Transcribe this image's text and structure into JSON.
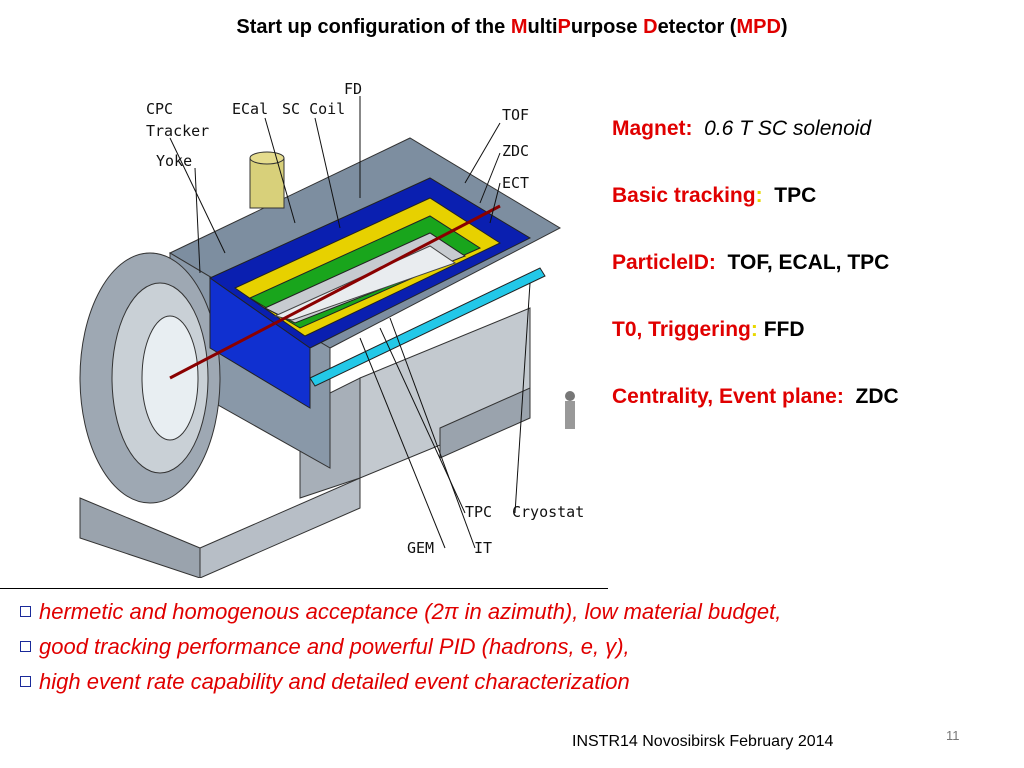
{
  "slide": {
    "title_parts": [
      "Start up configuration of the ",
      "M",
      "ulti",
      "P",
      "urpose ",
      "D",
      "etector (",
      "MPD",
      ")"
    ],
    "diagram_labels": {
      "cpc": "CPC",
      "tracker": "Tracker",
      "yoke": "Yoke",
      "ecal": "ECal",
      "sc_coil": "SC Coil",
      "fd": "FD",
      "tof": "TOF",
      "zdc": "ZDC",
      "ect": "ECT",
      "tpc": "TPC",
      "cryostat": "Cryostat",
      "gem": "GEM",
      "it": "IT"
    },
    "specs": [
      {
        "key": "Magnet:",
        "sep": "",
        "value": "0.6 T SC solenoid"
      },
      {
        "key": "Basic tracking",
        "sep": ":",
        "value": "TPC"
      },
      {
        "key": "ParticleID:",
        "sep": "",
        "value": "TOF, ECAL, TPC"
      },
      {
        "key": "T0, Triggering",
        "sep": ":",
        "value": "FFD"
      },
      {
        "key": "Centrality, Event plane:",
        "sep": "",
        "value": "ZDC"
      }
    ],
    "bullets": [
      "hermetic and homogenous acceptance (2π in azimuth), low material budget,",
      "good tracking performance and powerful PID (hadrons, e, γ),",
      "high event rate capability and detailed event characterization"
    ],
    "footer": "INSTR14 Novosibirsk February 2014",
    "page_number": "11",
    "colors": {
      "accent": "#e00000",
      "separator": "#e8d800",
      "bullet_box": "#1a2a9a"
    }
  }
}
